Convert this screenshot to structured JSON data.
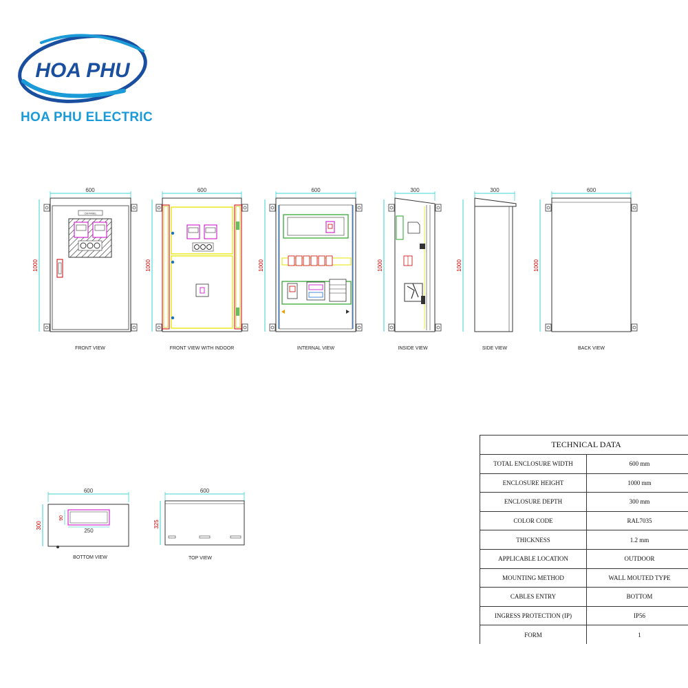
{
  "brand": {
    "name": "HOA PHU",
    "subtitle": "HOA PHU ELECTRIC",
    "primary_color": "#1a4fa0",
    "accent_color": "#1a9ad6"
  },
  "views": {
    "front": {
      "caption": "FRONT VIEW",
      "width_label": "600",
      "height_label": "1000",
      "nameplate": "CM-PANEL"
    },
    "front_indoor": {
      "caption": "FRONT VIEW WITH INDOOR",
      "width_label": "600",
      "height_label": "1000"
    },
    "internal": {
      "caption": "INTERNAL VIEW",
      "width_label": "600",
      "height_label": "1000"
    },
    "inside": {
      "caption": "INSIDE VIEW",
      "width_label": "300",
      "height_label": "1000"
    },
    "side": {
      "caption": "SIDE VIEW",
      "width_label": "300",
      "height_label": "1000"
    },
    "back": {
      "caption": "BACK VIEW",
      "width_label": "600",
      "height_label": "1000"
    },
    "bottom": {
      "caption": "BOTTOM VIEW",
      "width_label": "600",
      "depth_label": "300",
      "gland_width_label": "250",
      "gland_height_label": "90"
    },
    "top": {
      "caption": "TOP VIEW",
      "width_label": "600",
      "depth_label": "325"
    }
  },
  "technical_data": {
    "title": "TECHNICAL DATA",
    "rows": [
      {
        "label": "TOTAL ENCLOSURE WIDTH",
        "value": "600 mm"
      },
      {
        "label": "ENCLOSURE HEIGHT",
        "value": "1000 mm"
      },
      {
        "label": "ENCLOSURE DEPTH",
        "value": "300 mm"
      },
      {
        "label": "COLOR CODE",
        "value": "RAL7035"
      },
      {
        "label": "THICKNESS",
        "value": "1.2 mm"
      },
      {
        "label": "APPLICABLE LOCATION",
        "value": "OUTDOOR"
      },
      {
        "label": "MOUNTING METHOD",
        "value": "WALL MOUTED TYPE"
      },
      {
        "label": "CABLES ENTRY",
        "value": "BOTTOM"
      },
      {
        "label": "INGRESS PROTECTION (IP)",
        "value": "IP56"
      },
      {
        "label": "FORM",
        "value": "1"
      }
    ]
  },
  "icons": [
    "brand-swoosh-icon",
    "mounting-bracket-icon"
  ]
}
